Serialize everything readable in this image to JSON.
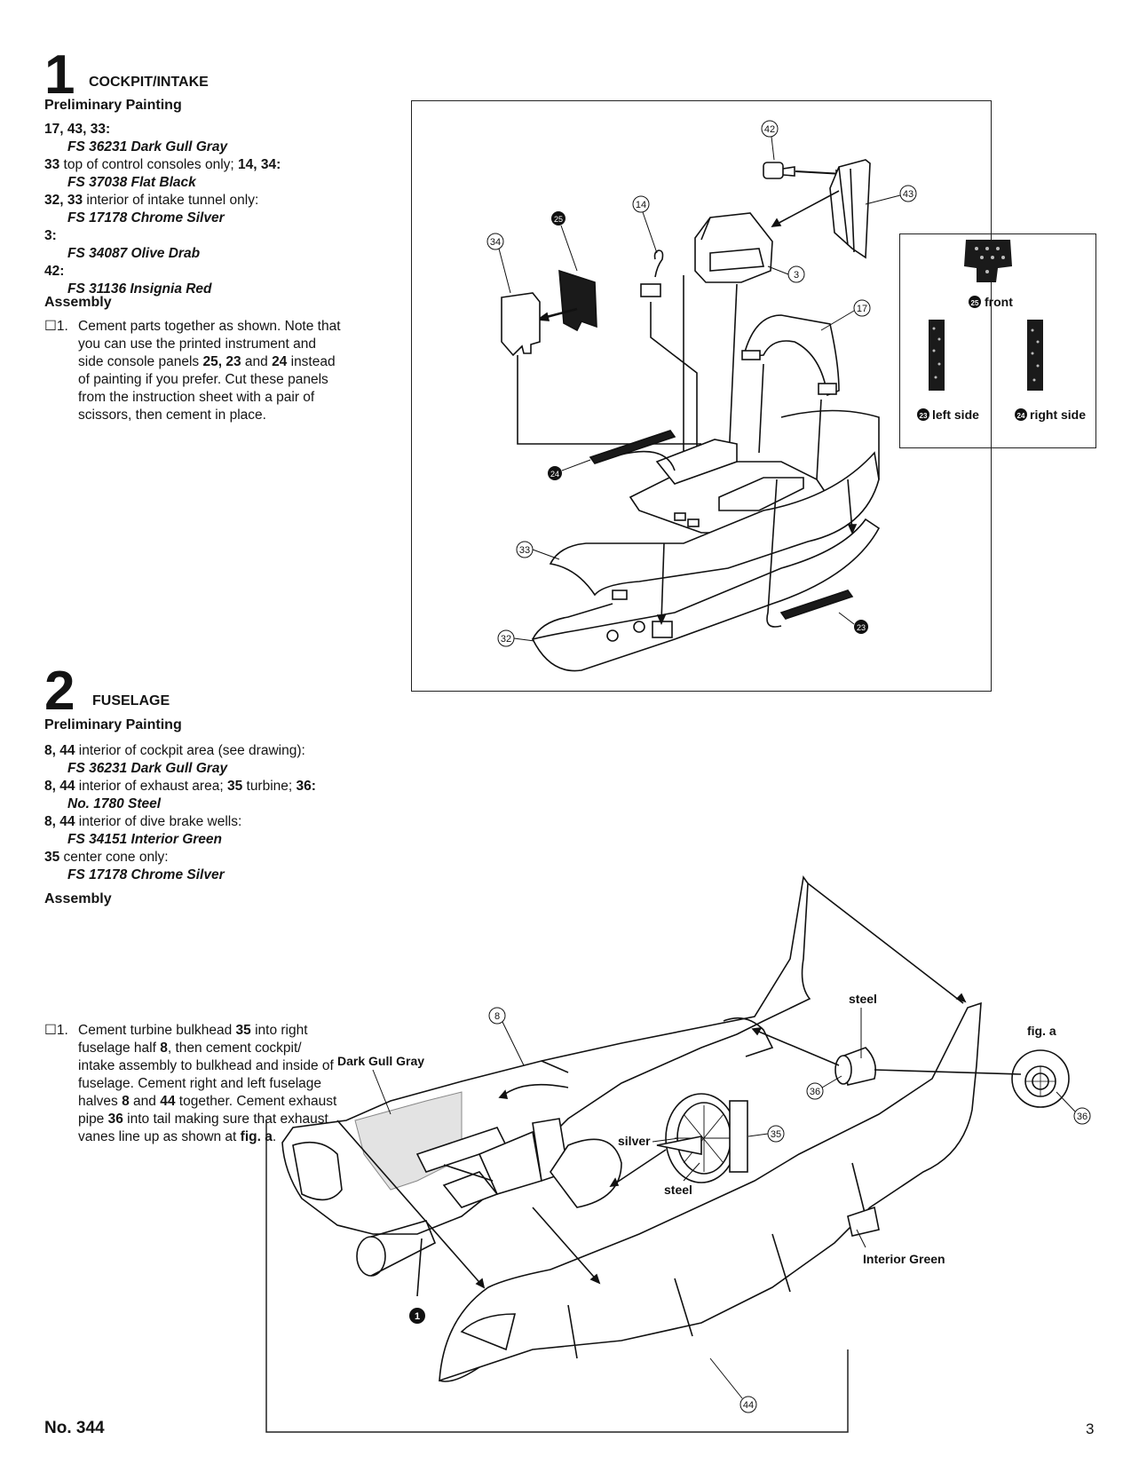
{
  "step1": {
    "number": "1",
    "title": "COCKPIT/INTAKE",
    "prelim_heading": "Preliminary Painting",
    "painting": [
      {
        "parts": "17, 43, 33:",
        "desc": "",
        "color": "FS 36231 Dark Gull Gray"
      },
      {
        "parts": "33",
        "desc": " top of control consoles only; ",
        "parts2": "14, 34:",
        "color": "FS 37038 Flat Black"
      },
      {
        "parts": "32, 33",
        "desc": " interior of intake tunnel only:",
        "color": "FS 17178 Chrome Silver"
      },
      {
        "parts": "3:",
        "desc": "",
        "color": "FS 34087 Olive Drab"
      },
      {
        "parts": "42:",
        "desc": "",
        "color": "FS 31136 Insignia Red"
      }
    ],
    "assembly_heading": "Assembly",
    "assembly_num": "☐1.",
    "assembly_text": [
      "Cement parts together as shown. Note that",
      "you can use the printed instrument and",
      "side console panels ",
      "25, 23",
      " and ",
      "24",
      " instead",
      "of painting if you prefer. Cut these panels",
      "from the instruction sheet with a pair of",
      "scissors, then cement in place."
    ],
    "callouts": [
      "42",
      "43",
      "14",
      "25",
      "34",
      "3",
      "17",
      "24",
      "33",
      "32",
      "23"
    ],
    "panel_labels": {
      "front": "front",
      "left": "left side",
      "right": "right side"
    },
    "panel_numbers": {
      "front": "25",
      "left": "23",
      "right": "24"
    }
  },
  "step2": {
    "number": "2",
    "title": "FUSELAGE",
    "prelim_heading": "Preliminary Painting",
    "painting": [
      {
        "parts": "8, 44",
        "desc": " interior of cockpit area (see drawing):",
        "color": "FS 36231 Dark Gull Gray"
      },
      {
        "parts": "8, 44",
        "desc": " interior of exhaust area; ",
        "parts2": "35",
        "desc2": " turbine; ",
        "parts3": "36:",
        "color": "No. 1780 Steel"
      },
      {
        "parts": "8, 44",
        "desc": " interior of dive brake wells:",
        "color": "FS 34151 Interior Green"
      },
      {
        "parts": "35",
        "desc": " center cone only:",
        "color": "FS 17178 Chrome Silver"
      }
    ],
    "assembly_heading": "Assembly",
    "assembly_num": "☐1.",
    "assembly_lines": [
      [
        "Cement turbine bulkhead ",
        "35",
        " into right"
      ],
      [
        "fuselage half ",
        "8",
        ", then cement cockpit/"
      ],
      [
        "intake assembly to bulkhead and inside of"
      ],
      [
        "fuselage. Cement right and left fuselage"
      ],
      [
        "halves ",
        "8",
        " and ",
        "44",
        " together. Cement exhaust"
      ],
      [
        "pipe ",
        "36",
        " into tail making sure that exhaust"
      ],
      [
        "vanes line up as shown at ",
        "fig. a",
        "."
      ]
    ],
    "labels": {
      "dark_gull_gray": "Dark Gull Gray",
      "steel_top": "steel",
      "silver": "silver",
      "steel_mid": "steel",
      "interior_green": "Interior Green",
      "fig_a": "fig. a"
    },
    "callouts": [
      "8",
      "36",
      "35",
      "44",
      "36",
      "1"
    ]
  },
  "footer": {
    "model_no": "No. 344",
    "page": "3"
  }
}
